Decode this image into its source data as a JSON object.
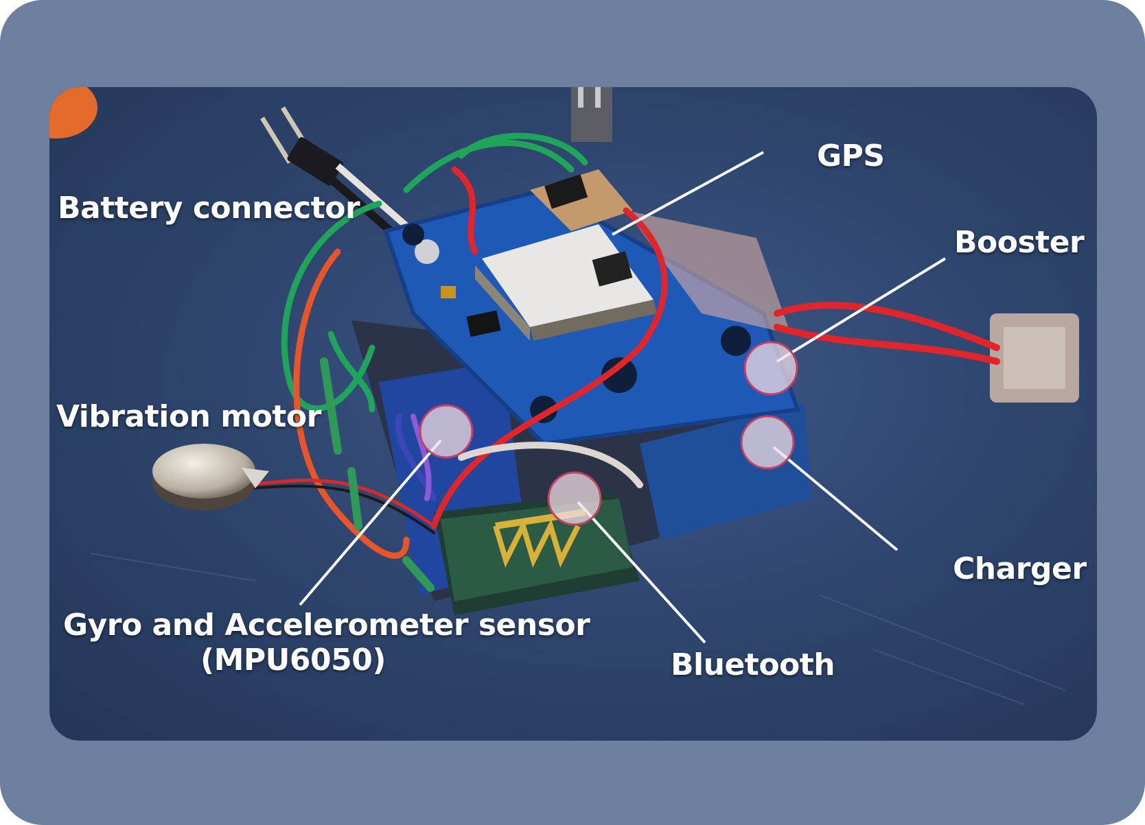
{
  "colors": {
    "frame": "#6d7f9e",
    "photo_background": "#2f4670",
    "label_text": "#ffffff",
    "pcb_blue": "#1f59b8",
    "marker_fill": "rgba(240,220,228,0.75)"
  },
  "labels": {
    "battery_connector": "Battery connector",
    "gps": "GPS",
    "booster": "Booster",
    "vibration_motor": "Vibration motor",
    "charger": "Charger",
    "gyro_line1": "Gyro and Accelerometer sensor",
    "gyro_line2": "(MPU6050)",
    "bluetooth": "Bluetooth"
  }
}
